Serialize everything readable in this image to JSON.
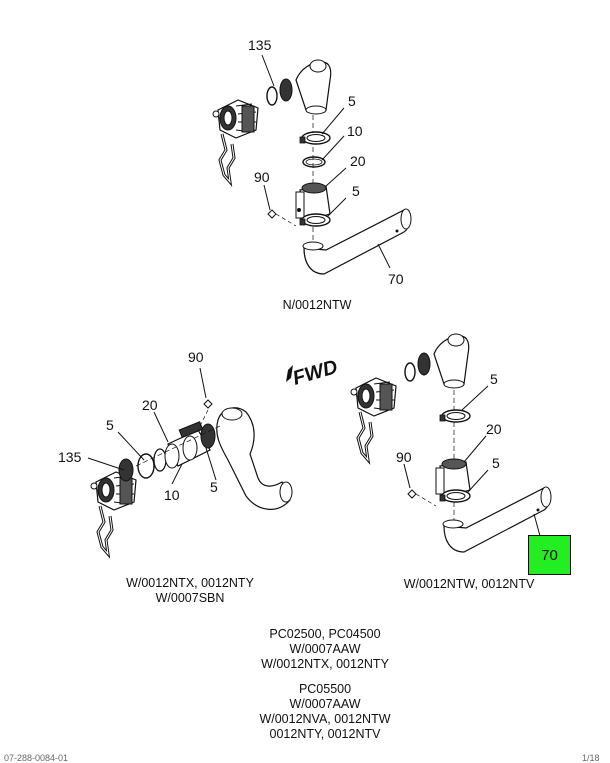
{
  "colors": {
    "highlight": "#22ee22",
    "line": "#111111",
    "part_fill": "#ffffff",
    "dark_part": "#2a2a2a"
  },
  "views": {
    "top": {
      "callouts": [
        "135",
        "5",
        "10",
        "20",
        "90",
        "5",
        "70"
      ],
      "caption": "N/0012NTW"
    },
    "left": {
      "callouts": [
        "90",
        "20",
        "5",
        "135",
        "10",
        "5"
      ],
      "caption_lines": [
        "W/0012NTX, 0012NTY",
        "W/0007SBN"
      ]
    },
    "right": {
      "callouts": [
        "5",
        "20",
        "90",
        "5"
      ],
      "highlighted_callout": "70",
      "caption": "W/0012NTW, 0012NTV"
    }
  },
  "fwd_label": "FWD",
  "notes": [
    [
      "PC02500, PC04500",
      "W/0007AAW",
      "W/0012NTX, 0012NTY"
    ],
    [
      "PC05500",
      "W/0007AAW",
      "W/0012NVA, 0012NTW",
      "0012NTY, 0012NTV"
    ]
  ],
  "footer": {
    "left": "07-288-0084-01",
    "right": "1/18"
  }
}
